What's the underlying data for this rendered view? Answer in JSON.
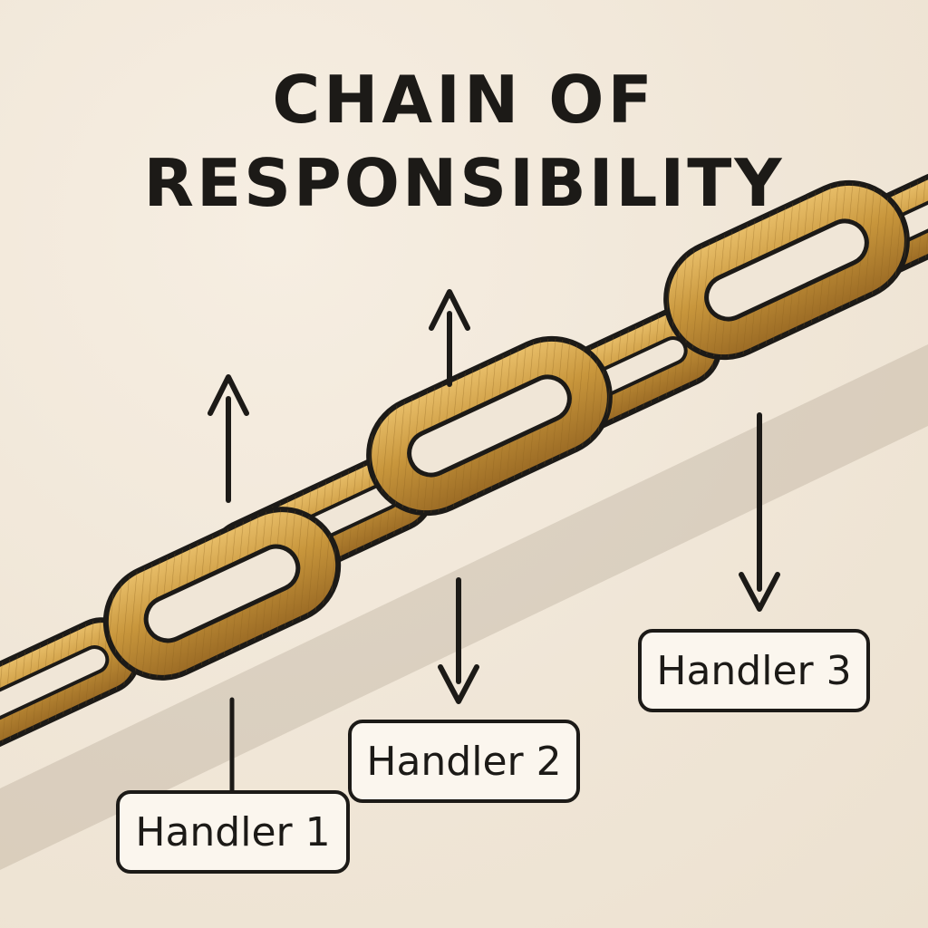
{
  "title": {
    "line1": "CHAIN OF",
    "line2": "RESPONSIBILITY"
  },
  "handlers": [
    {
      "label": "Handler 1"
    },
    {
      "label": "Handler 2"
    },
    {
      "label": "Handler 3"
    }
  ],
  "colors": {
    "background": "#f1e8da",
    "chain_gold": "#c8963c",
    "chain_highlight": "#e9bf6a",
    "chain_shadow": "#8a5f1c",
    "ink": "#1c1a17",
    "label_fill": "#fbf6ee"
  },
  "icons": [
    "up-arrow-icon",
    "down-arrow-icon"
  ]
}
